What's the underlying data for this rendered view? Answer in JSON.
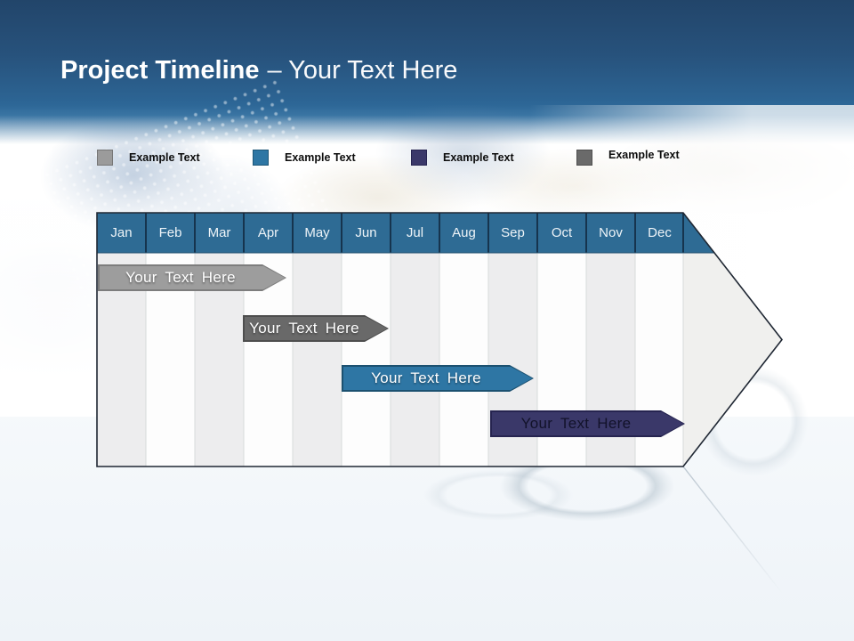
{
  "slide": {
    "title_bold": "Project Timeline",
    "title_rest": "– Your Text Here"
  },
  "legend": {
    "items": [
      {
        "label": "Example Text",
        "color": "#9b9b9b",
        "border": "#767676"
      },
      {
        "label": "Example Text",
        "color": "#2e76a4",
        "border": "#1d5677"
      },
      {
        "label": "Example Text",
        "color": "#3a3869",
        "border": "#262450"
      },
      {
        "label": "Example Text",
        "color": "#6a6a6a",
        "border": "#4f4f4f"
      }
    ]
  },
  "timeline": {
    "months": [
      "Jan",
      "Feb",
      "Mar",
      "Apr",
      "May",
      "Jun",
      "Jul",
      "Aug",
      "Sep",
      "Oct",
      "Nov",
      "Dec"
    ],
    "header_color": "#2e6b94",
    "bars": [
      {
        "label": "Your Text Here",
        "start": "Jan",
        "end": "Apr",
        "fill": "#9d9d9d",
        "border": "#7d7d7d",
        "text": "#ffffff"
      },
      {
        "label": "Your Text Here",
        "start": "Apr",
        "end": "Jun",
        "fill": "#696969",
        "border": "#4e4e4e",
        "text": "#ffffff"
      },
      {
        "label": "Your Text Here",
        "start": "Jun",
        "end": "Sep",
        "fill": "#2e76a4",
        "border": "#1c5170",
        "text": "#ffffff"
      },
      {
        "label": "Your Text Here",
        "start": "Sep",
        "end": "Dec",
        "fill": "#3a3869",
        "border": "#262450",
        "text": "#12122a"
      }
    ]
  }
}
